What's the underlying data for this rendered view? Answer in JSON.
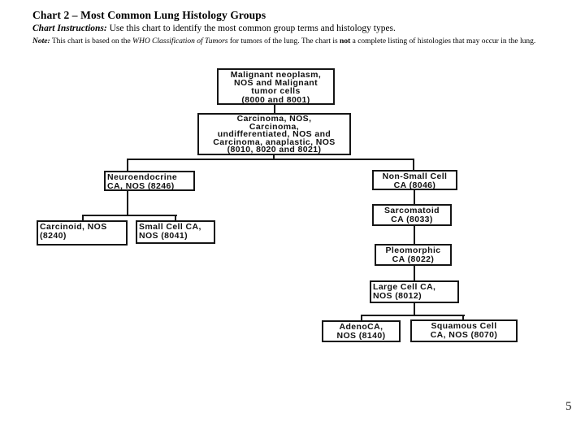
{
  "header": {
    "title": "Chart 2 – Most Common Lung Histology Groups",
    "instructions_label": "Chart Instructions:",
    "instructions_text": " Use this chart to identify the most common group terms and histology types.",
    "note_label": "Note:",
    "note_pre": "  This chart is based on the ",
    "note_italic": "WHO Classification of Tumors",
    "note_mid": " for tumors of the lung. The chart is ",
    "note_bold": "not",
    "note_post": " a complete listing of histologies that may occur in the lung."
  },
  "footer": {
    "page_number": "5"
  },
  "colors": {
    "background": "#ffffff",
    "box_border": "#151515",
    "text": "#000000"
  },
  "chart": {
    "type": "flowchart",
    "nodes": [
      {
        "id": "malignant",
        "label": "Malignant neoplasm,\nNOS and Malignant\ntumor cells\n(8000 and 8001)",
        "codes": "8000 and 8001"
      },
      {
        "id": "carcinoma",
        "label": "Carcinoma, NOS,\nCarcinoma,\nundifferentiated, NOS and\nCarcinoma, anaplastic, NOS\n(8010, 8020 and 8021)",
        "codes": "8010, 8020 and 8021"
      },
      {
        "id": "neuroendocrine",
        "label": "Neuroendocrine\nCA, NOS (8246)",
        "codes": "8246"
      },
      {
        "id": "carcinoid",
        "label": "Carcinoid, NOS\n(8240)",
        "codes": "8240"
      },
      {
        "id": "small-cell",
        "label": "Small Cell CA,\nNOS (8041)",
        "codes": "8041"
      },
      {
        "id": "non-small-cell",
        "label": "Non-Small Cell\nCA (8046)",
        "codes": "8046"
      },
      {
        "id": "sarcomatoid",
        "label": "Sarcomatoid\nCA (8033)",
        "codes": "8033"
      },
      {
        "id": "pleomorphic",
        "label": "Pleomorphic\nCA (8022)",
        "codes": "8022"
      },
      {
        "id": "large-cell",
        "label": "Large Cell CA,\nNOS (8012)",
        "codes": "8012"
      },
      {
        "id": "adenoca",
        "label": "AdenoCA,\nNOS  (8140)",
        "codes": "8140"
      },
      {
        "id": "squamous",
        "label": "Squamous Cell\nCA, NOS (8070)",
        "codes": "8070"
      }
    ],
    "edges": [
      [
        "malignant",
        "carcinoma"
      ],
      [
        "carcinoma",
        "neuroendocrine"
      ],
      [
        "carcinoma",
        "non-small-cell"
      ],
      [
        "neuroendocrine",
        "carcinoid"
      ],
      [
        "neuroendocrine",
        "small-cell"
      ],
      [
        "non-small-cell",
        "sarcomatoid"
      ],
      [
        "sarcomatoid",
        "pleomorphic"
      ],
      [
        "pleomorphic",
        "large-cell"
      ],
      [
        "large-cell",
        "adenoca"
      ],
      [
        "large-cell",
        "squamous"
      ]
    ]
  }
}
